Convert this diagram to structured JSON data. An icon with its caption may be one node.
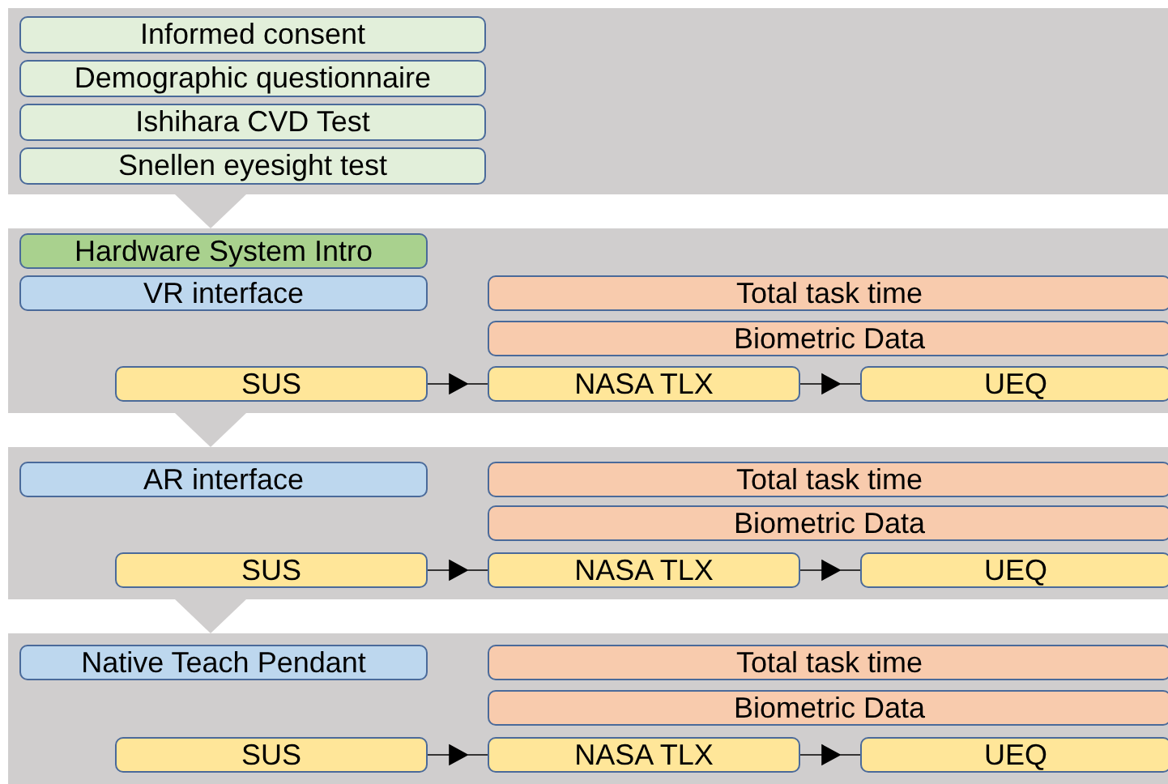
{
  "diagram": {
    "nodes": [
      {
        "text": [],
        "shape": "band"
      },
      {
        "text": [
          "Informed consent"
        ],
        "in": 0
      },
      {
        "text": [
          "Demographic questionnaire"
        ],
        "in": 0
      },
      {
        "text": [
          "Ishihara CVD Test"
        ],
        "in": 0
      },
      {
        "text": [
          "Snellen eyesight test"
        ],
        "in": 0
      },
      {
        "text": [],
        "shape": "band"
      },
      {
        "text": [
          "Hardware System Intro"
        ],
        "in": 5
      },
      {
        "text": [
          "VR interface"
        ],
        "in": 5
      },
      {
        "text": [
          "Total task time"
        ],
        "in": 5
      },
      {
        "text": [
          "Biometric Data"
        ],
        "in": 5
      },
      {
        "text": [
          "SUS"
        ],
        "in": 5
      },
      {
        "text": [
          "NASA TLX"
        ],
        "in": 5
      },
      {
        "text": [
          "UEQ"
        ],
        "in": 5
      },
      {
        "text": [],
        "shape": "band"
      },
      {
        "text": [
          "AR interface"
        ],
        "in": 13
      },
      {
        "text": [
          "Total task time"
        ],
        "in": 13
      },
      {
        "text": [
          "Biometric Data"
        ],
        "in": 13
      },
      {
        "text": [
          "SUS"
        ],
        "in": 13
      },
      {
        "text": [
          "NASA TLX"
        ],
        "in": 13
      },
      {
        "text": [
          "UEQ"
        ],
        "in": 13
      },
      {
        "text": [],
        "shape": "band"
      },
      {
        "text": [
          "Native Teach Pendant"
        ],
        "in": 20
      },
      {
        "text": [
          "Total task time"
        ],
        "in": 20
      },
      {
        "text": [
          "Biometric Data"
        ],
        "in": 20
      },
      {
        "text": [
          "SUS"
        ],
        "in": 20
      },
      {
        "text": [
          "NASA TLX"
        ],
        "in": 20
      },
      {
        "text": [
          "UEQ"
        ],
        "in": 20
      }
    ],
    "edges": [
      {
        "from": 0,
        "to": 5,
        "arrow": "to"
      },
      {
        "from": 5,
        "to": 13,
        "arrow": "to"
      },
      {
        "from": 13,
        "to": 20,
        "arrow": "to"
      },
      {
        "from": 10,
        "to": 11,
        "arrow": "to"
      },
      {
        "from": 11,
        "to": 12,
        "arrow": "to"
      },
      {
        "from": 17,
        "to": 18,
        "arrow": "to"
      },
      {
        "from": 18,
        "to": 19,
        "arrow": "to"
      },
      {
        "from": 24,
        "to": 25,
        "arrow": "to"
      },
      {
        "from": 25,
        "to": 26,
        "arrow": "to"
      }
    ]
  }
}
